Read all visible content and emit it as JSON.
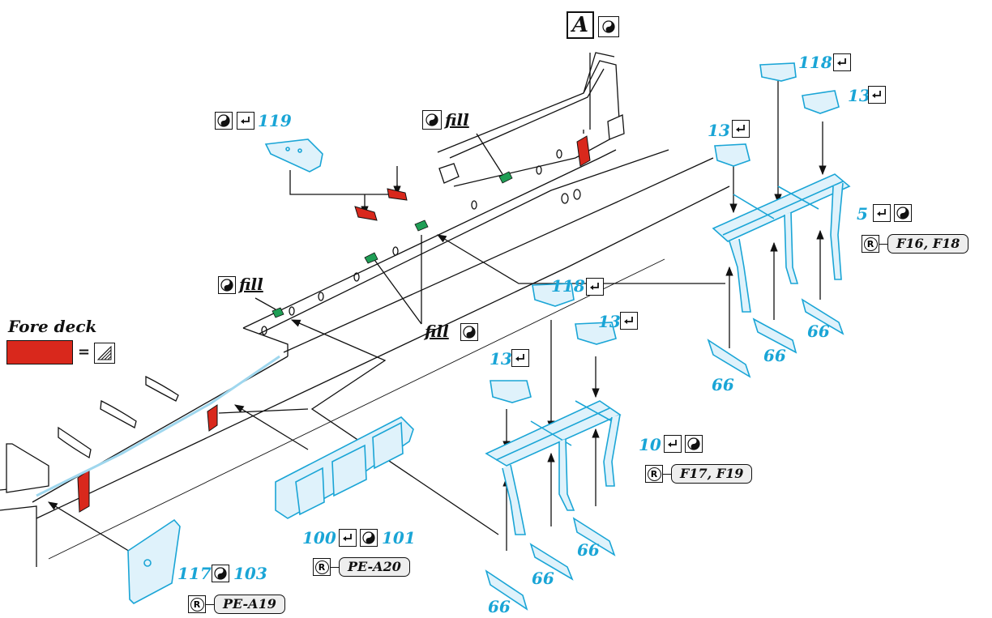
{
  "fore_deck": {
    "label": "Fore deck",
    "equals": "="
  },
  "header_marker": "A",
  "fill_label": "fill",
  "parts": {
    "p119": "119",
    "p118a": "118",
    "p13a": "13",
    "p13b": "13",
    "p5": "5",
    "p66a": "66",
    "p66b": "66",
    "p66c": "66",
    "p118b": "118",
    "p13c": "13",
    "p13d": "13",
    "p10": "10",
    "p66d": "66",
    "p66e": "66",
    "p66f": "66",
    "p100": "100",
    "p101": "101",
    "p117": "117",
    "p103": "103"
  },
  "refs": {
    "f16_f18": "F16, F18",
    "f17_f19": "F17, F19",
    "pe_a20": "PE-A20",
    "pe_a19": "PE-A19",
    "r_symbol": "R"
  },
  "colors": {
    "part_blue": "#1aa5d6",
    "deck_red": "#d9281c",
    "fill_green": "#1f9e55",
    "line": "#111111"
  },
  "icons": [
    "yin-yang-icon",
    "bent-arrow-icon",
    "registered-icon",
    "hatched-panel-icon"
  ]
}
